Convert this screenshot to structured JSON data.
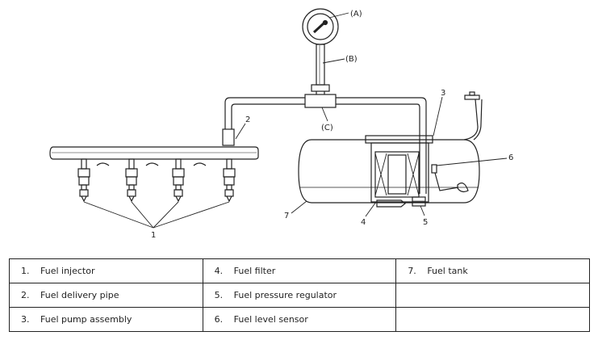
{
  "callouts": {
    "a": "(A)",
    "b": "(B)",
    "c": "(C)",
    "n1": "1",
    "n2": "2",
    "n3": "3",
    "n4": "4",
    "n5": "5",
    "n6": "6",
    "n7": "7"
  },
  "legend": [
    [
      {
        "num": "1.",
        "label": "Fuel injector"
      },
      {
        "num": "4.",
        "label": "Fuel filter"
      },
      {
        "num": "7.",
        "label": "Fuel tank"
      }
    ],
    [
      {
        "num": "2.",
        "label": "Fuel delivery pipe"
      },
      {
        "num": "5.",
        "label": "Fuel pressure regulator"
      },
      {
        "num": "",
        "label": ""
      }
    ],
    [
      {
        "num": "3.",
        "label": "Fuel pump assembly"
      },
      {
        "num": "6.",
        "label": "Fuel level sensor"
      },
      {
        "num": "",
        "label": ""
      }
    ]
  ]
}
